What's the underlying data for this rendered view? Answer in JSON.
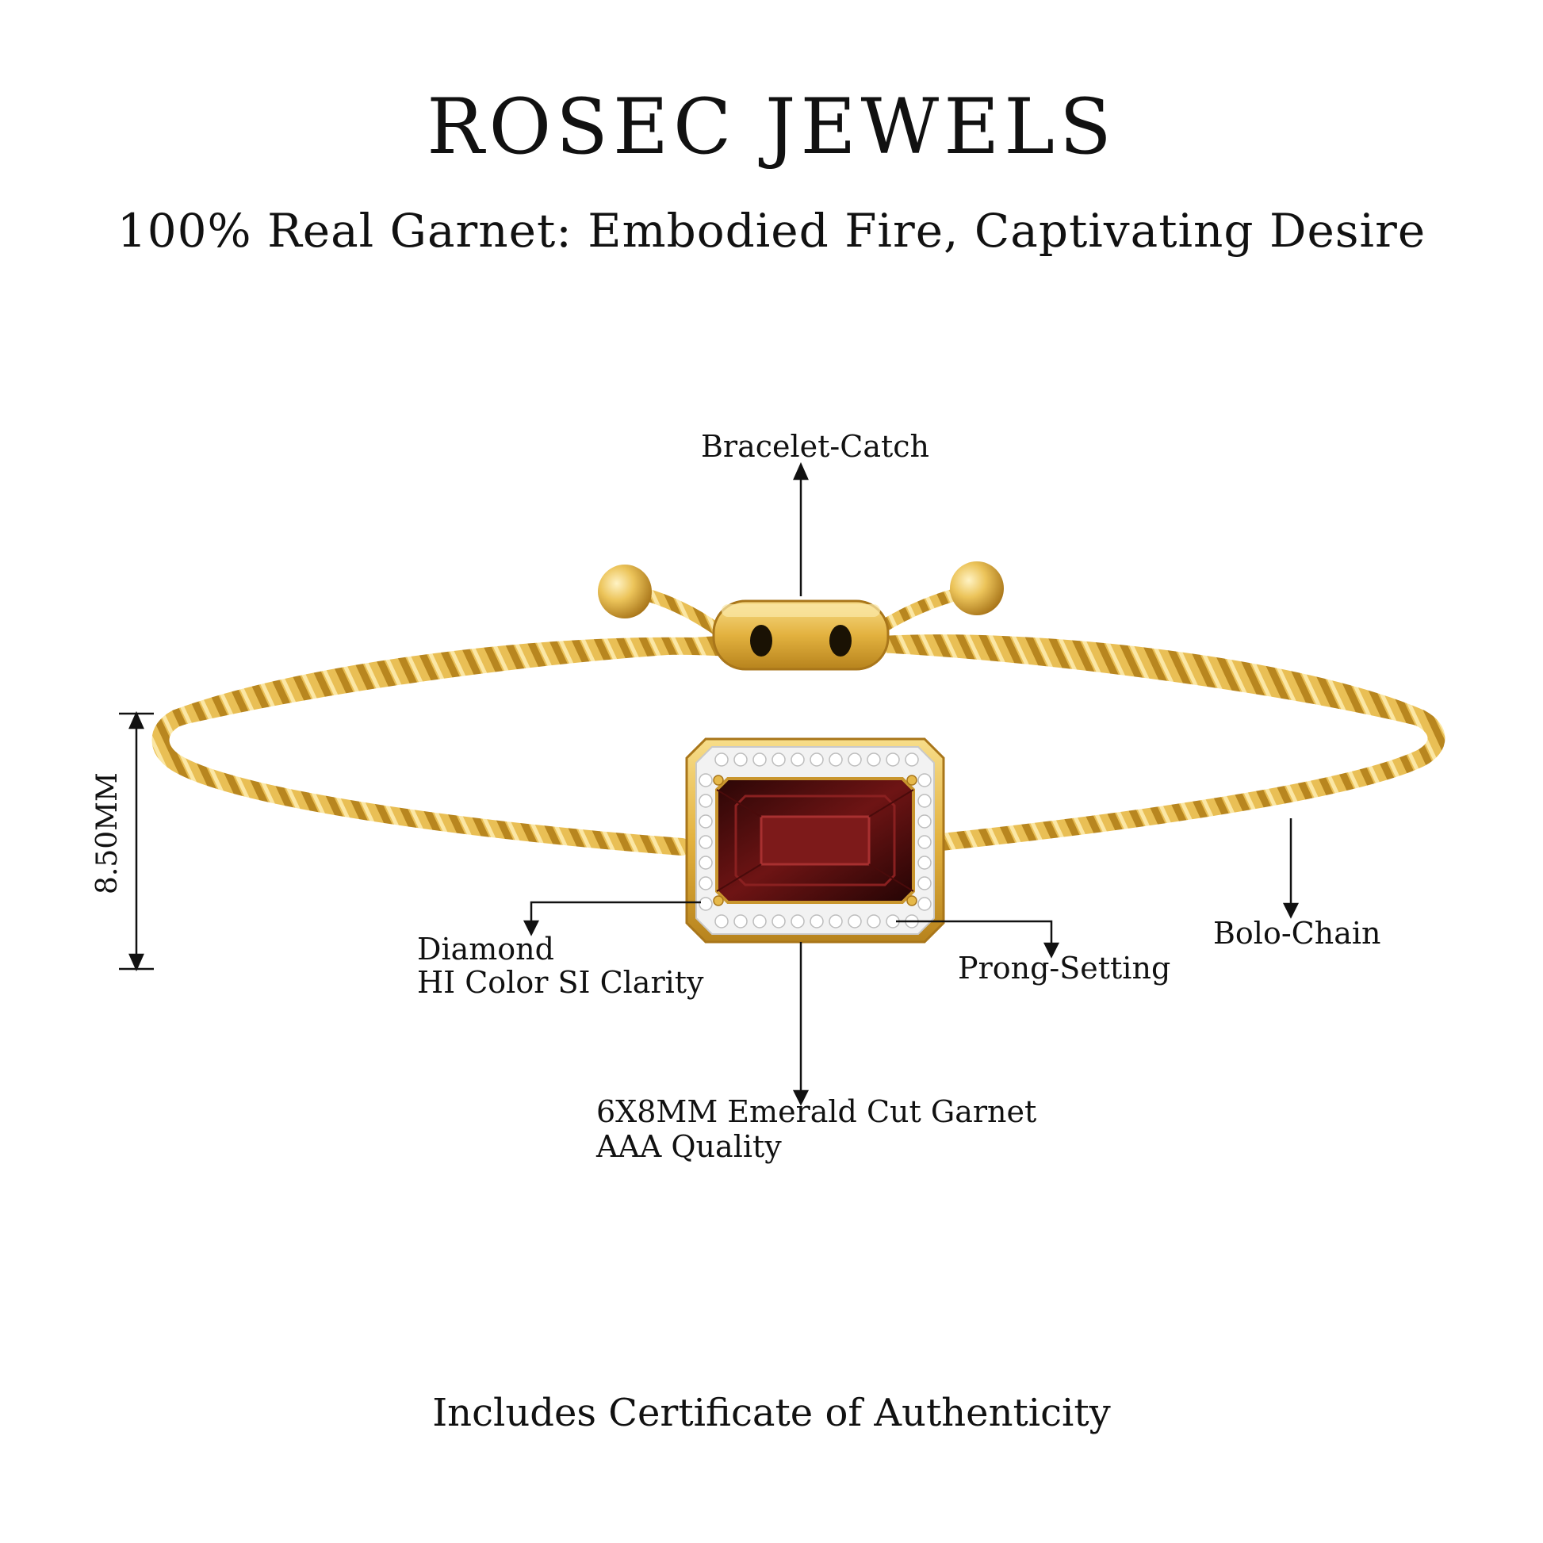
{
  "header": {
    "brand": "ROSEC JEWELS",
    "tagline": "100% Real Garnet: Embodied Fire, Captivating Desire"
  },
  "callouts": {
    "bracelet_catch": "Bracelet-Catch",
    "dimension": "8.50MM",
    "diamond_line1": "Diamond",
    "diamond_line2": "HI Color SI Clarity",
    "prong_setting": "Prong-Setting",
    "bolo_chain": "Bolo-Chain",
    "garnet_line1": "6X8MM Emerald Cut Garnet",
    "garnet_line2": "AAA Quality"
  },
  "footer": {
    "certificate": "Includes Certificate of Authenticity"
  },
  "colors": {
    "gold": "#e6b94a",
    "gold_dark": "#b8861f",
    "garnet": "#5c1010",
    "text": "#111111"
  },
  "icons": [
    "bracelet-illustration",
    "arrow-up-icon",
    "arrow-down-icon",
    "dimension-arrow-icon"
  ]
}
